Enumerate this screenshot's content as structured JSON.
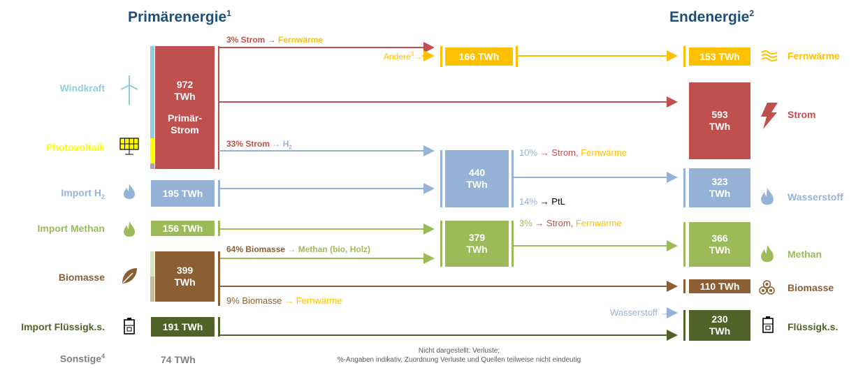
{
  "headers": {
    "primary": "Primärenergie",
    "primary_sup": "1",
    "final": "Endenergie",
    "final_sup": "2"
  },
  "sources": {
    "wind": "Windkraft",
    "pv": "Photovoltaik",
    "import_h2": "Import H",
    "import_h2_sub": "2",
    "import_methan": "Import Methan",
    "biomasse": "Biomasse",
    "import_fluessig": "Import Flüssigk.s.",
    "sonstige": "Sonstige",
    "sonstige_sup": "4"
  },
  "boxes": {
    "primaer_strom_value": "972",
    "primaer_strom_unit": "TWh",
    "primaer_strom_name": "Primär-",
    "primaer_strom_name2": "Strom",
    "import_h2": "195 TWh",
    "import_methan": "156 TWh",
    "biomasse_value": "399",
    "biomasse_unit": "TWh",
    "import_fluessig": "191 TWh",
    "sonstige": "74 TWh",
    "mid_fernwaerme": "166 TWh",
    "mid_h2_value": "440",
    "mid_h2_unit": "TWh",
    "mid_methan_value": "379",
    "mid_methan_unit": "TWh",
    "end_fernwaerme": "153 TWh",
    "end_strom_value": "593",
    "end_strom_unit": "TWh",
    "end_wasserstoff_value": "323",
    "end_wasserstoff_unit": "TWh",
    "end_methan_value": "366",
    "end_methan_unit": "TWh",
    "end_biomasse": "110 TWh",
    "end_fluessig_value": "230",
    "end_fluessig_unit": "TWh"
  },
  "flows": {
    "strom_fw_a": "3% Strom",
    "strom_fw_b": "Fernwärme",
    "andere": "Andere",
    "andere_sup": "3",
    "strom_h2_a": "33% Strom",
    "strom_h2_b": "H",
    "strom_h2_sub": "2",
    "h2_out_pct": "10%",
    "h2_out_strom": "Strom,",
    "h2_out_fw": "Fernwärme",
    "ptl_pct": "14%",
    "ptl": "PtL",
    "methan_out_pct": "3%",
    "methan_out_strom": "Strom,",
    "methan_out_fw": "Fernwärme",
    "bio_methan_a": "64% Biomasse",
    "bio_methan_b": "Methan (bio, Holz)",
    "bio_fw_a": "9% Biomasse",
    "bio_fw_b": "Fernwärme",
    "wasserstoff_in": "Wasserstoff"
  },
  "destinations": {
    "fernwaerme": "Fernwärme",
    "strom": "Strom",
    "wasserstoff": "Wasserstoff",
    "methan": "Methan",
    "biomasse": "Biomasse",
    "fluessig": "Flüssigk.s."
  },
  "notes": {
    "line1": "Nicht dargestellt: Verluste;",
    "line2": "%-Angaben indikativ, Zuordnung Verluste und Quellen teilweise nicht eindeutig"
  },
  "colors": {
    "strom": "#c0504d",
    "fernwaerme": "#ffc000",
    "wasserstoff": "#95b3d7",
    "methan": "#9bbb59",
    "biomasse": "#8b5e34",
    "fluessig": "#4f6228",
    "wind": "#92cddc",
    "pv": "#ffff00",
    "header": "#1f4e79"
  }
}
